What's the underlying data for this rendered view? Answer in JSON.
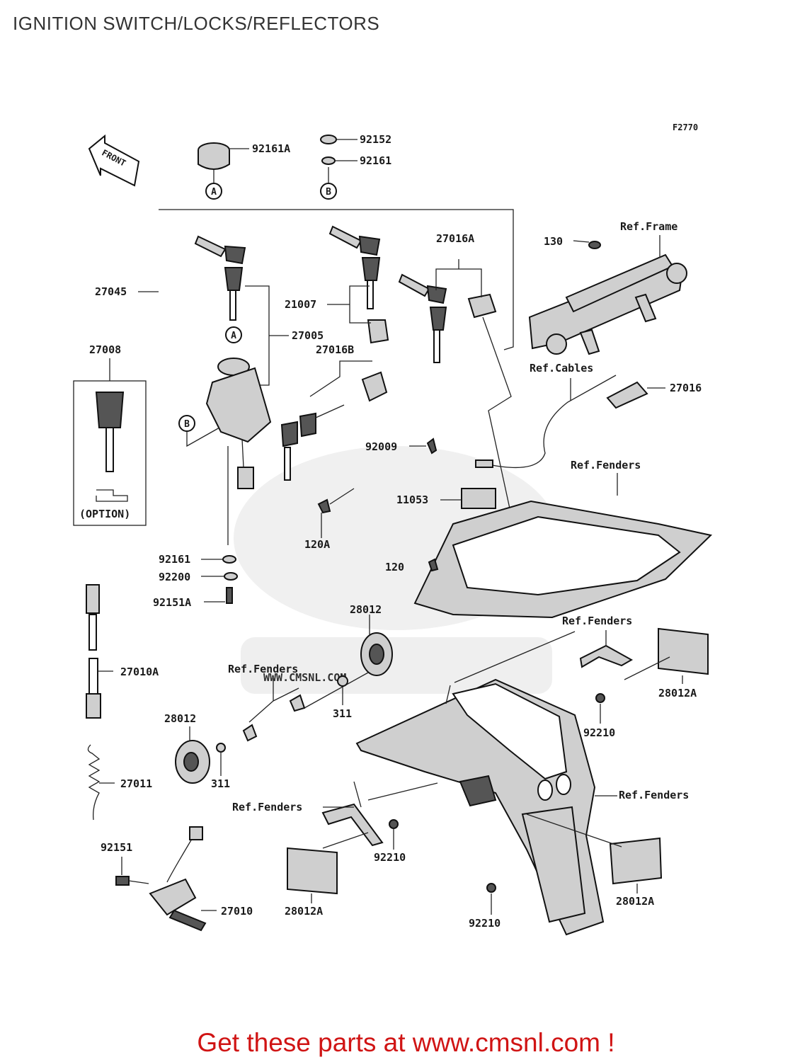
{
  "header": {
    "title": "IGNITION SWITCH/LOCKS/REFLECTORS"
  },
  "diagram": {
    "figure_code": "F2770",
    "front_label": "FRONT",
    "option_label": "(OPTION)",
    "watermark": "WWW.CMSNL.COM",
    "callout_a": "A",
    "callout_b": "B",
    "parts": {
      "p92161A": "92161A",
      "p92152": "92152",
      "p92161_top": "92161",
      "p27045": "27045",
      "p27005": "27005",
      "p21007": "21007",
      "p27016A": "27016A",
      "p27016B": "27016B",
      "p27008": "27008",
      "p130": "130",
      "ref_frame": "Ref.Frame",
      "ref_cables": "Ref.Cables",
      "p27016": "27016",
      "p92009": "92009",
      "ref_fenders_1": "Ref.Fenders",
      "p11053": "11053",
      "p120A": "120A",
      "p120": "120",
      "p92161_mid": "92161",
      "p92200": "92200",
      "p92151A": "92151A",
      "p28012_top": "28012",
      "ref_fenders_2": "Ref.Fenders",
      "p27010A": "27010A",
      "ref_fenders_3": "Ref.Fenders",
      "p311_right": "311",
      "p28012A_right": "28012A",
      "p92210_right": "92210",
      "p28012_left": "28012",
      "p311_left": "311",
      "p27011": "27011",
      "ref_fenders_4": "Ref.Fenders",
      "ref_fenders_5": "Ref.Fenders",
      "p92151": "92151",
      "p92210_mid": "92210",
      "p27010": "27010",
      "p28012A_left": "28012A",
      "p92210_bottom": "92210",
      "p28012A_bottom": "28012A"
    }
  },
  "footer": {
    "promo": "Get these parts at www.cmsnl.com !"
  }
}
